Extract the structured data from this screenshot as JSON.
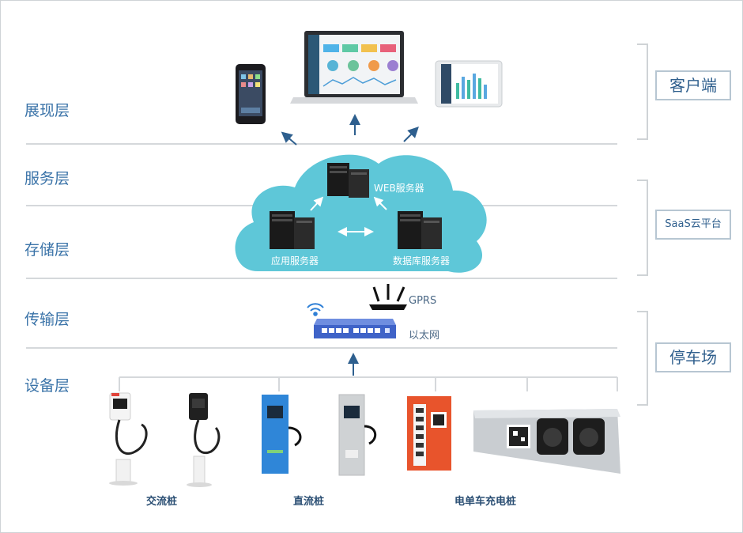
{
  "layers": [
    "展现层",
    "服务层",
    "存储层",
    "传输层",
    "设备层"
  ],
  "groups": [
    "客户端",
    "SaaS云平台",
    "停车场"
  ],
  "cloud": {
    "web_server": "WEB服务器",
    "app_server": "应用服务器",
    "db_server": "数据库服务器"
  },
  "network": {
    "gprs": "GPRS",
    "ethernet": "以太网"
  },
  "devices": {
    "ac": "交流桩",
    "dc": "直流桩",
    "ebike": "电单车充电桩"
  },
  "colors": {
    "accent": "#3a73a8",
    "cloud": "#5ec7d8",
    "line": "#d5d8db",
    "switch": "#3f63c8"
  }
}
